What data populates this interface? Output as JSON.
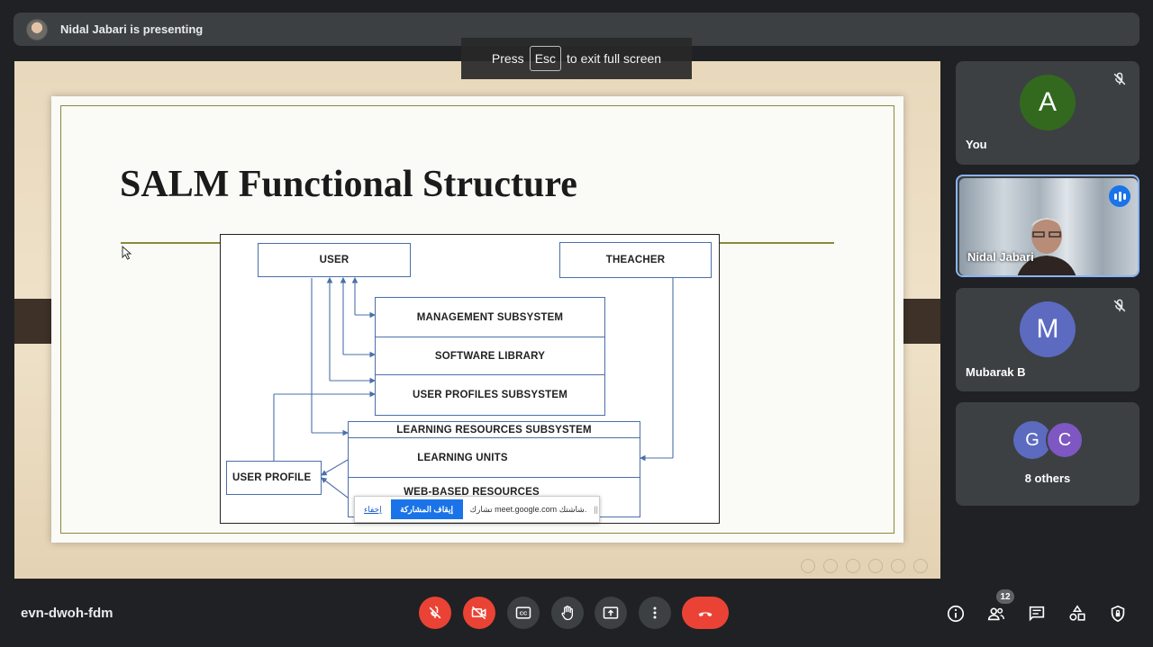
{
  "presenting_bar": {
    "text": "Nidal Jabari is presenting"
  },
  "esc_toast": {
    "prefix": "Press",
    "key": "Esc",
    "suffix": "to exit full screen"
  },
  "slide": {
    "title": "SALM Functional Structure",
    "diagram": {
      "user": "USER",
      "teacher": "THEACHER",
      "management": "MANAGEMENT SUBSYSTEM",
      "software_library": "SOFTWARE LIBRARY",
      "user_profiles": "USER PROFILES SUBSYSTEM",
      "learning_resources": "LEARNING RESOURCES SUBSYSTEM",
      "learning_units": "LEARNING UNITS",
      "web_resources": "WEB-BASED RESOURCES",
      "user_profile": "USER PROFILE"
    }
  },
  "share_popup": {
    "grip": "||",
    "message": "تشارك meet.google.com شاشتك.",
    "stop_label": "إيقاف المشاركة",
    "hide_label": "إخفاء"
  },
  "participants": [
    {
      "name": "You",
      "initial": "A",
      "color": "#33691e",
      "muted": true
    },
    {
      "name": "Nidal Jabari",
      "speaking": true
    },
    {
      "name": "Mubarak B",
      "initial": "M",
      "color": "#5c6bc0",
      "muted": true
    },
    {
      "others_label": "8 others",
      "initials": [
        "G",
        "C"
      ],
      "colors": [
        "#5c6bc0",
        "#7e57c2"
      ]
    }
  ],
  "bottom_bar": {
    "meeting_code": "evn-dwoh-fdm",
    "people_count": "12",
    "controls": [
      "mic-off",
      "camera-off",
      "captions",
      "raise-hand",
      "present",
      "more-options",
      "leave-call"
    ],
    "right_icons": [
      "info",
      "people",
      "chat",
      "activities",
      "host-controls"
    ]
  },
  "colors": {
    "background": "#202124",
    "tile": "#3c4043",
    "danger": "#ea4335",
    "accent": "#1a73e8"
  }
}
